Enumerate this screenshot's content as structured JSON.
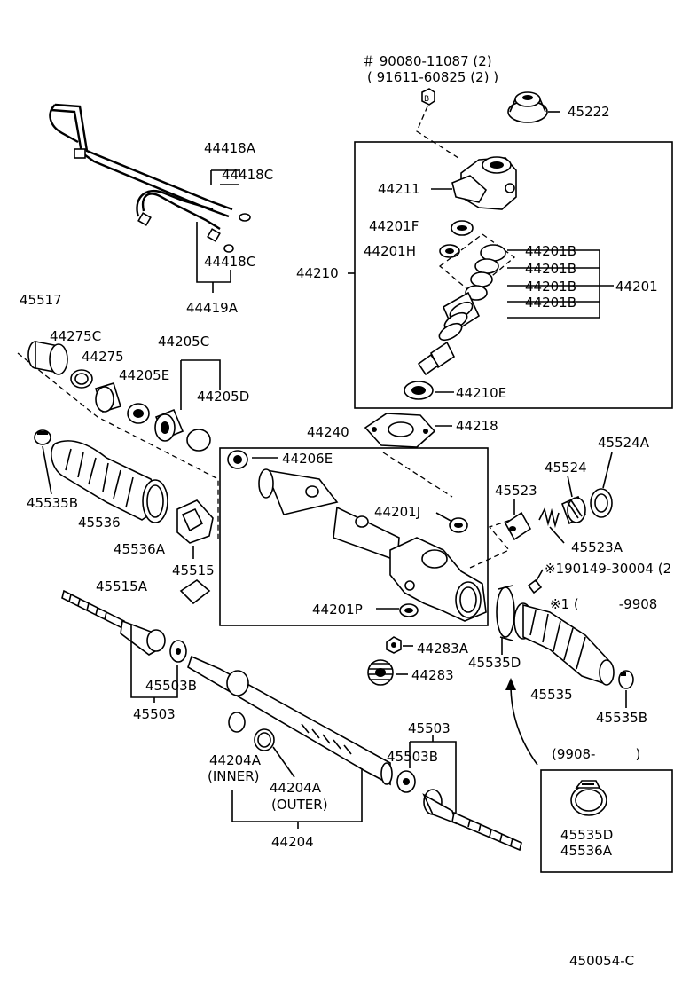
{
  "labels": {
    "bolt_90080": "＃ 90080-11087 (2)",
    "bolt_91611": "( 91611-60825 (2) )",
    "p45222": "45222",
    "p44418A": "44418A",
    "p44418C_top": "44418C",
    "p44418C_bottom": "44418C",
    "p44419A": "44419A",
    "p44211": "44211",
    "p44201F": "44201F",
    "p44201H": "44201H",
    "p44201B_1": "44201B",
    "p44201B_2": "44201B",
    "p44201B_3": "44201B",
    "p44201B_4": "44201B",
    "p44201": "44201",
    "p44210": "44210",
    "p44210E": "44210E",
    "p45517": "45517",
    "p44275C": "44275C",
    "p44275": "44275",
    "p44205C": "44205C",
    "p44205E": "44205E",
    "p44205D": "44205D",
    "p44218": "44218",
    "p44240": "44240",
    "p44206E": "44206E",
    "p44201J": "44201J",
    "p44201P": "44201P",
    "p45524A": "45524A",
    "p45524": "45524",
    "p45523": "45523",
    "p45523A": "45523A",
    "p190149": "※190149-30004 (2",
    "p_note1": "※1 (　　　-9908",
    "p45535B_left": "45535B",
    "p45536": "45536",
    "p45536A": "45536A",
    "p45515": "45515",
    "p45515A": "45515A",
    "p44283A": "44283A",
    "p44283": "44283",
    "p45535D": "45535D",
    "p45535": "45535",
    "p45535B_right": "45535B",
    "p45503B_left": "45503B",
    "p45503_left": "45503",
    "p45503_right": "45503",
    "p45503B_right": "45503B",
    "p44204A_inner": "44204A",
    "inner": "(INNER)",
    "p44204A_outer": "44204A",
    "outer": "(OUTER)",
    "p44204": "44204",
    "inset_title": "(9908-　　　)",
    "inset_45535D": "45535D",
    "inset_45536A": "45536A",
    "figure_id": "450054-C"
  }
}
